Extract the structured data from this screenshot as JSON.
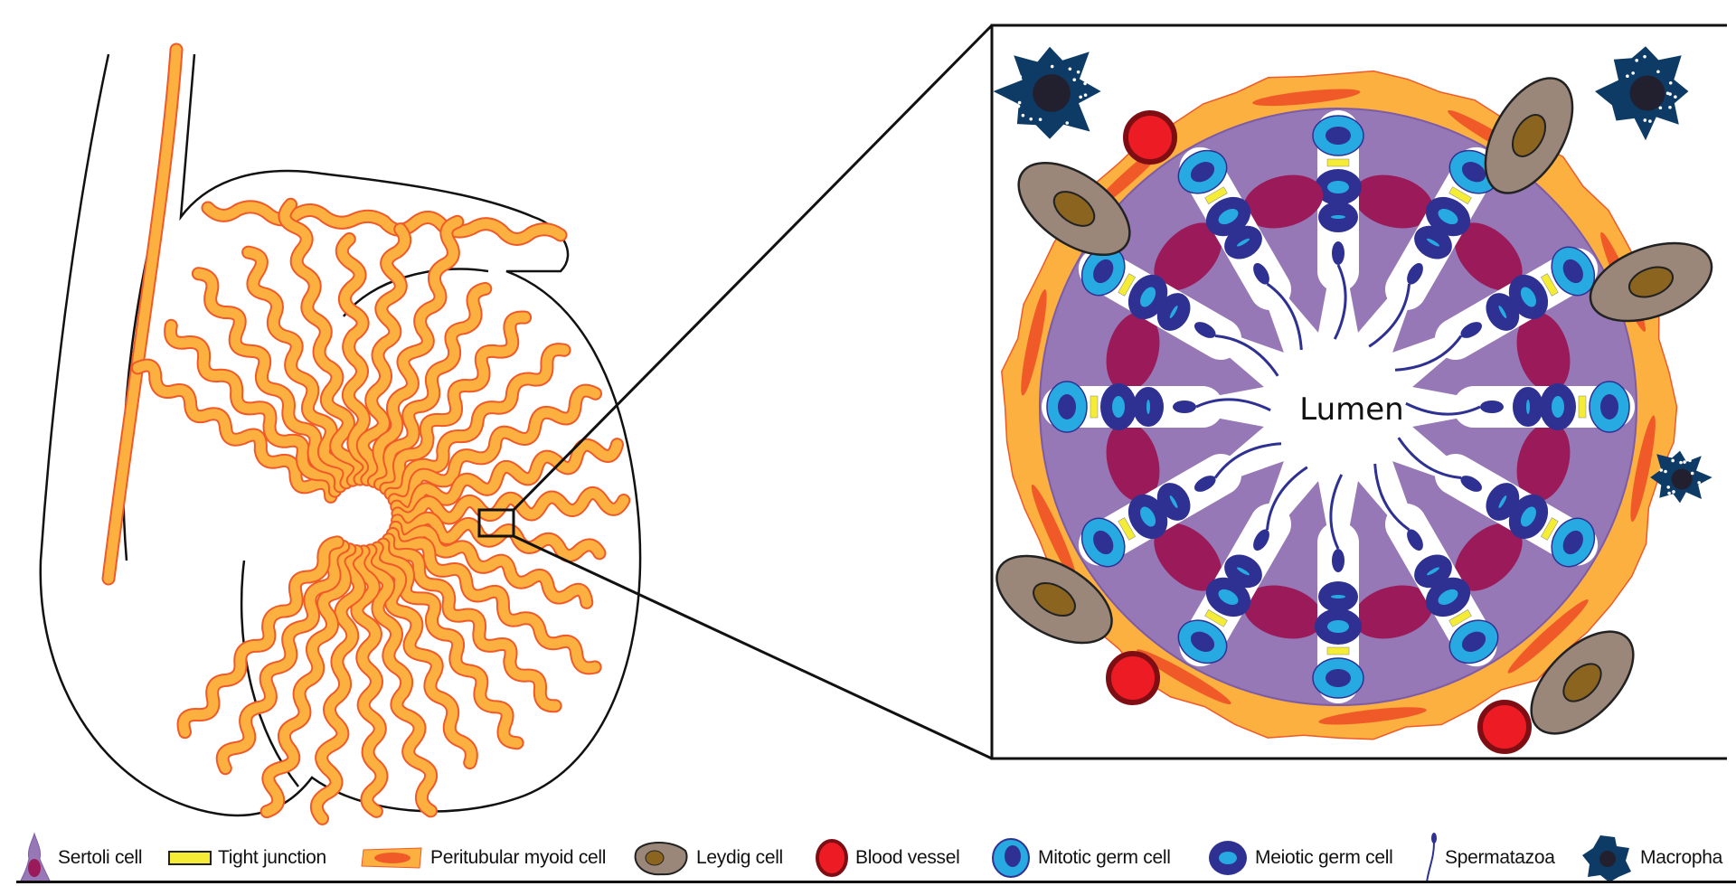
{
  "figure": {
    "lumen_label": "Lumen",
    "colors": {
      "tubule_orange": "#fbb040",
      "tubule_edge": "#f05a28",
      "seminiferous_purple": "#9678b6",
      "sertoli_nucleus": "#9b1b5a",
      "mitotic_cell": "#27aae1",
      "meiotic_cell": "#2e3192",
      "tight_junction": "#f5ec36",
      "leydig": "#9b877a",
      "leydig_nucleus": "#8b6420",
      "blood_vessel": "#ed1c24",
      "blood_vessel_edge": "#7f0e14",
      "macrophage": "#0d3b66"
    }
  },
  "legend": [
    {
      "label": "Sertoli cell",
      "icon": "sertoli-cell-icon"
    },
    {
      "label": "Tight junction",
      "icon": "tight-junction-icon"
    },
    {
      "label": "Peritubular myoid cell",
      "icon": "peritubular-myoid-cell-icon"
    },
    {
      "label": "Leydig cell",
      "icon": "leydig-cell-icon"
    },
    {
      "label": "Blood vessel",
      "icon": "blood-vessel-icon"
    },
    {
      "label": "Mitotic germ cell",
      "icon": "mitotic-germ-cell-icon"
    },
    {
      "label": "Meiotic germ cell",
      "icon": "meiotic-germ-cell-icon"
    },
    {
      "label": "Spermatazoa",
      "icon": "spermatozoa-icon"
    },
    {
      "label": "Macropha",
      "icon": "macrophage-icon"
    }
  ]
}
